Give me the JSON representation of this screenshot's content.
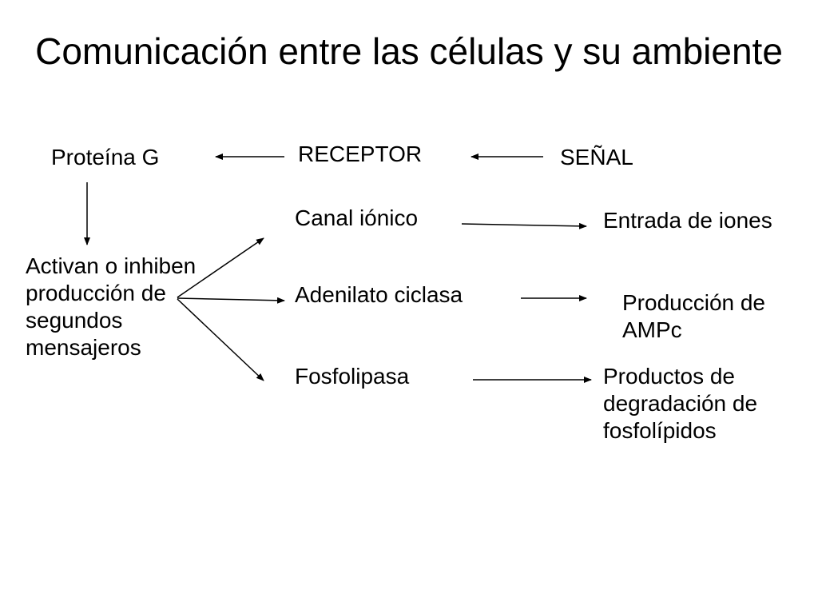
{
  "title": "Comunicación entre las células y su ambiente",
  "nodes": {
    "proteina_g": "Proteína G",
    "receptor": "RECEPTOR",
    "senal": "SEÑAL",
    "second_messengers": "Activan o inhiben producción de segundos mensajeros",
    "canal_ionico": "Canal iónico",
    "adenilato_ciclasa": "Adenilato ciclasa",
    "fosfolipasa": "Fosfolipasa",
    "entrada_iones": "Entrada de iones",
    "produccion_ampc": "Producción de AMPc",
    "productos_degradacion": "Productos de degradación de fosfolípidos"
  },
  "colors": {
    "text": "#000000",
    "arrow": "#000000",
    "background": "#ffffff"
  }
}
